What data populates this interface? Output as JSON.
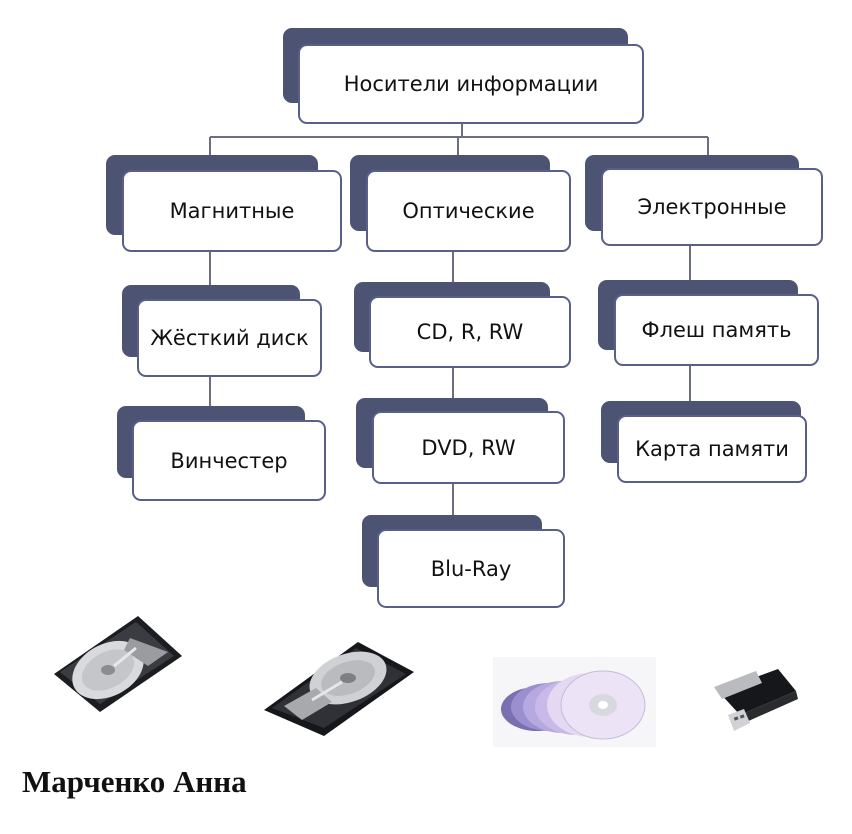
{
  "diagram": {
    "root": "Носители информации",
    "categories": [
      {
        "label": "Магнитные",
        "items": [
          "Жёсткий диск",
          "Винчестер"
        ]
      },
      {
        "label": "Оптические",
        "items": [
          "CD, R, RW",
          "DVD, RW",
          "Blu-Ray"
        ]
      },
      {
        "label": "Электронные",
        "items": [
          "Флеш память",
          "Карта памяти"
        ]
      }
    ]
  },
  "colors": {
    "box_border": "#58608a",
    "box_shadow": "#4c5373",
    "connector": "#6b6f80"
  },
  "images": [
    "laptop-hard-drive-photo",
    "desktop-hard-drive-photo",
    "optical-discs-photo",
    "usb-flash-drive-photo"
  ],
  "author": "Марченко Анна"
}
